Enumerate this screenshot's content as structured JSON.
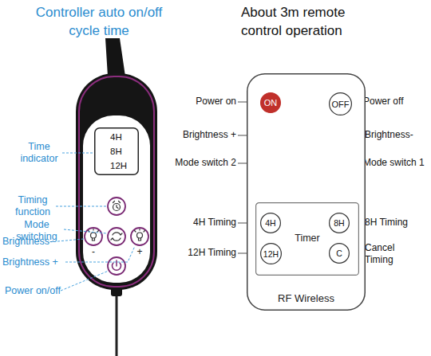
{
  "diagram": {
    "nodes": [
      {
        "text": [
          "4H",
          "8H",
          "12H"
        ]
      },
      {
        "text": [
          "RF Wireless"
        ]
      },
      {
        "text": [
          "ON"
        ],
        "in": 1
      },
      {
        "text": [
          "OFF"
        ],
        "in": 1
      },
      {
        "text": [
          "Timer"
        ],
        "in": 1
      },
      {
        "text": [
          "4H"
        ],
        "in": 4
      },
      {
        "text": [
          "8H"
        ],
        "in": 4
      },
      {
        "text": [
          "12H"
        ],
        "in": 4
      },
      {
        "text": [
          "C"
        ],
        "in": 4
      }
    ],
    "labels": [
      "Controller auto on/off cycle time",
      "About 3m remote control operation",
      "Time indicator",
      "Timing function",
      "Mode switching",
      "Brightness-",
      "Brightness +",
      "-",
      "+",
      "Power on/off",
      "Power on",
      "Power off",
      "Brightness +",
      "Brightness-",
      "Mode switch 2",
      "Mode switch 1",
      "4H Timing",
      "8H Timing",
      "12H Timing",
      "Cancel Timing"
    ]
  }
}
